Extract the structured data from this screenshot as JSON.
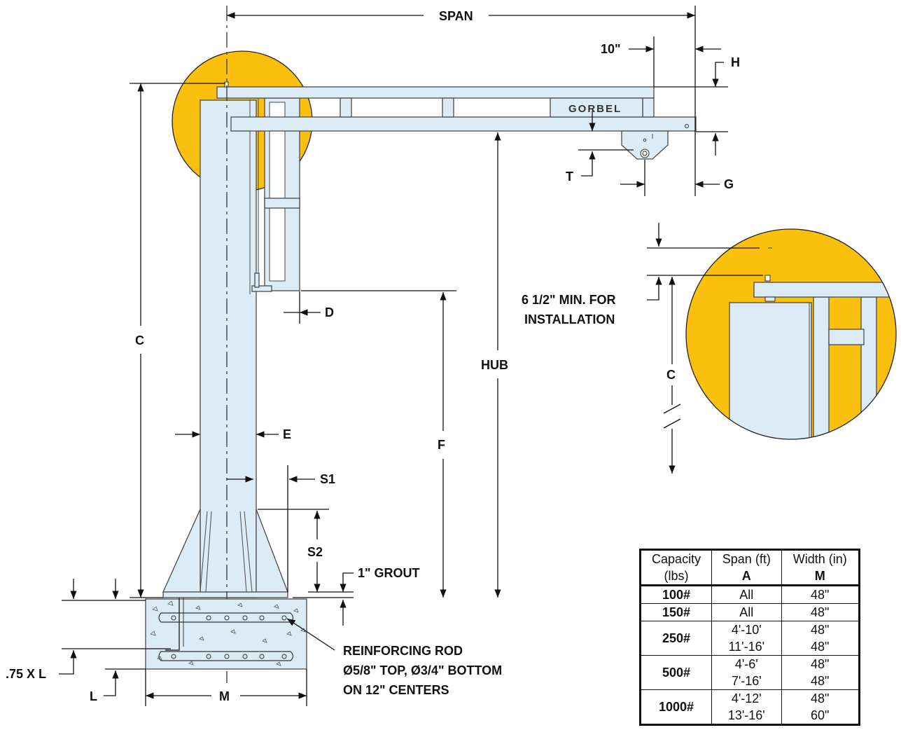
{
  "labels": {
    "span": "SPAN",
    "ten_inch": "10\"",
    "h": "H",
    "g": "G",
    "t": "T",
    "d": "D",
    "c": "C",
    "hub": "HUB",
    "e": "E",
    "f": "F",
    "s1": "S1",
    "s2": "S2",
    "grout": "1\" GROUT",
    "l_depth": ".75 X L",
    "l": "L",
    "m": "M",
    "logo": "GORBEL",
    "install_line1": "6 1/2\" MIN. FOR",
    "install_line2": "INSTALLATION",
    "detail_c": "C",
    "rod_line1": "REINFORCING ROD",
    "rod_line2": "Ø5/8\" TOP,    Ø3/4\" BOTTOM",
    "rod_line3": "ON 12\" CENTERS"
  },
  "colors": {
    "highlight": "#fbbf0d",
    "steel": "#dcecf6",
    "concrete": "#dcecf6",
    "line": "#111111"
  },
  "table": {
    "headers": [
      {
        "top": "Capacity",
        "bottom": "(lbs)"
      },
      {
        "top": "Span (ft)",
        "bottom": "A"
      },
      {
        "top": "Width (in)",
        "bottom": "M"
      }
    ],
    "rows": [
      {
        "capacity": "100#",
        "spans": [
          "All"
        ],
        "widths": [
          "48\""
        ]
      },
      {
        "capacity": "150#",
        "spans": [
          "All"
        ],
        "widths": [
          "48\""
        ]
      },
      {
        "capacity": "250#",
        "spans": [
          "4'-10'",
          "11'-16'"
        ],
        "widths": [
          "48\"",
          "48\""
        ]
      },
      {
        "capacity": "500#",
        "spans": [
          "4'-6'",
          "7'-16'"
        ],
        "widths": [
          "48\"",
          "48\""
        ]
      },
      {
        "capacity": "1000#",
        "spans": [
          "4'-12'",
          "13'-16'"
        ],
        "widths": [
          "48\"",
          "60\""
        ]
      }
    ]
  }
}
